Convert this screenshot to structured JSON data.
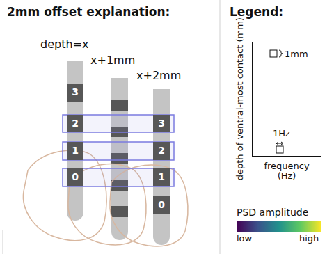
{
  "diagram": {
    "title": "2mm offset explanation:",
    "nodes": [
      {
        "text": [
          "3"
        ]
      },
      {
        "text": [
          "2"
        ]
      },
      {
        "text": [
          "1"
        ]
      },
      {
        "text": [
          "0"
        ]
      },
      {
        "text": [
          "3"
        ]
      },
      {
        "text": [
          "2"
        ]
      },
      {
        "text": [
          "1"
        ]
      },
      {
        "text": [
          "0"
        ]
      },
      {
        "text": [
          "1mm",
          "1Hz"
        ]
      }
    ],
    "labels": [
      "Legend:",
      "depth=x",
      "x+1mm",
      "x+2mm",
      "depth of ventral-most contact (mm)",
      "frequency (Hz)",
      "PSD amplitude",
      "low",
      "high"
    ]
  }
}
